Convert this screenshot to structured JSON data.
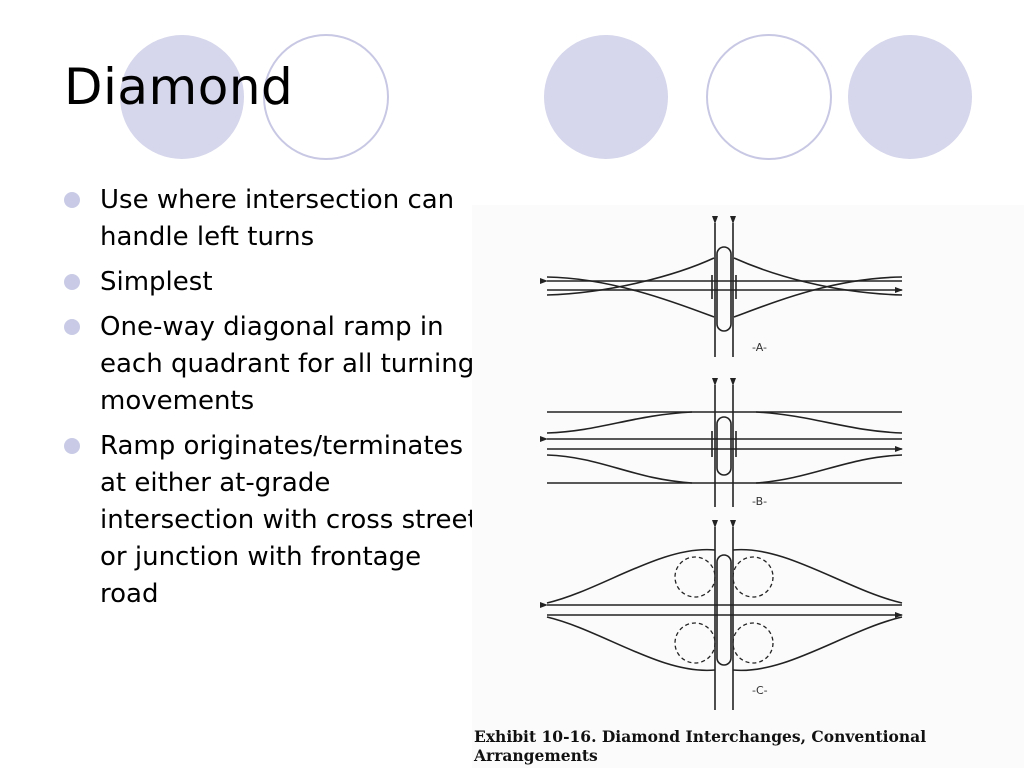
{
  "slide": {
    "title": "Diamond",
    "bullets": [
      "Use where intersection can handle left turns",
      "Simplest",
      "One-way diagonal ramp in each quadrant for all turning movements",
      "Ramp originates/terminates at either at-grade intersection with cross street or junction with frontage road"
    ]
  },
  "figure": {
    "caption": "Exhibit 10-16. Diamond Interchanges, Conventional Arrangements",
    "panel_labels": [
      "-A-",
      "-B-",
      "-C-"
    ]
  },
  "colors": {
    "circle_fill": "#d6d6ec",
    "circle_stroke": "#c8c8e4",
    "bullet": "#c9cbe6"
  }
}
